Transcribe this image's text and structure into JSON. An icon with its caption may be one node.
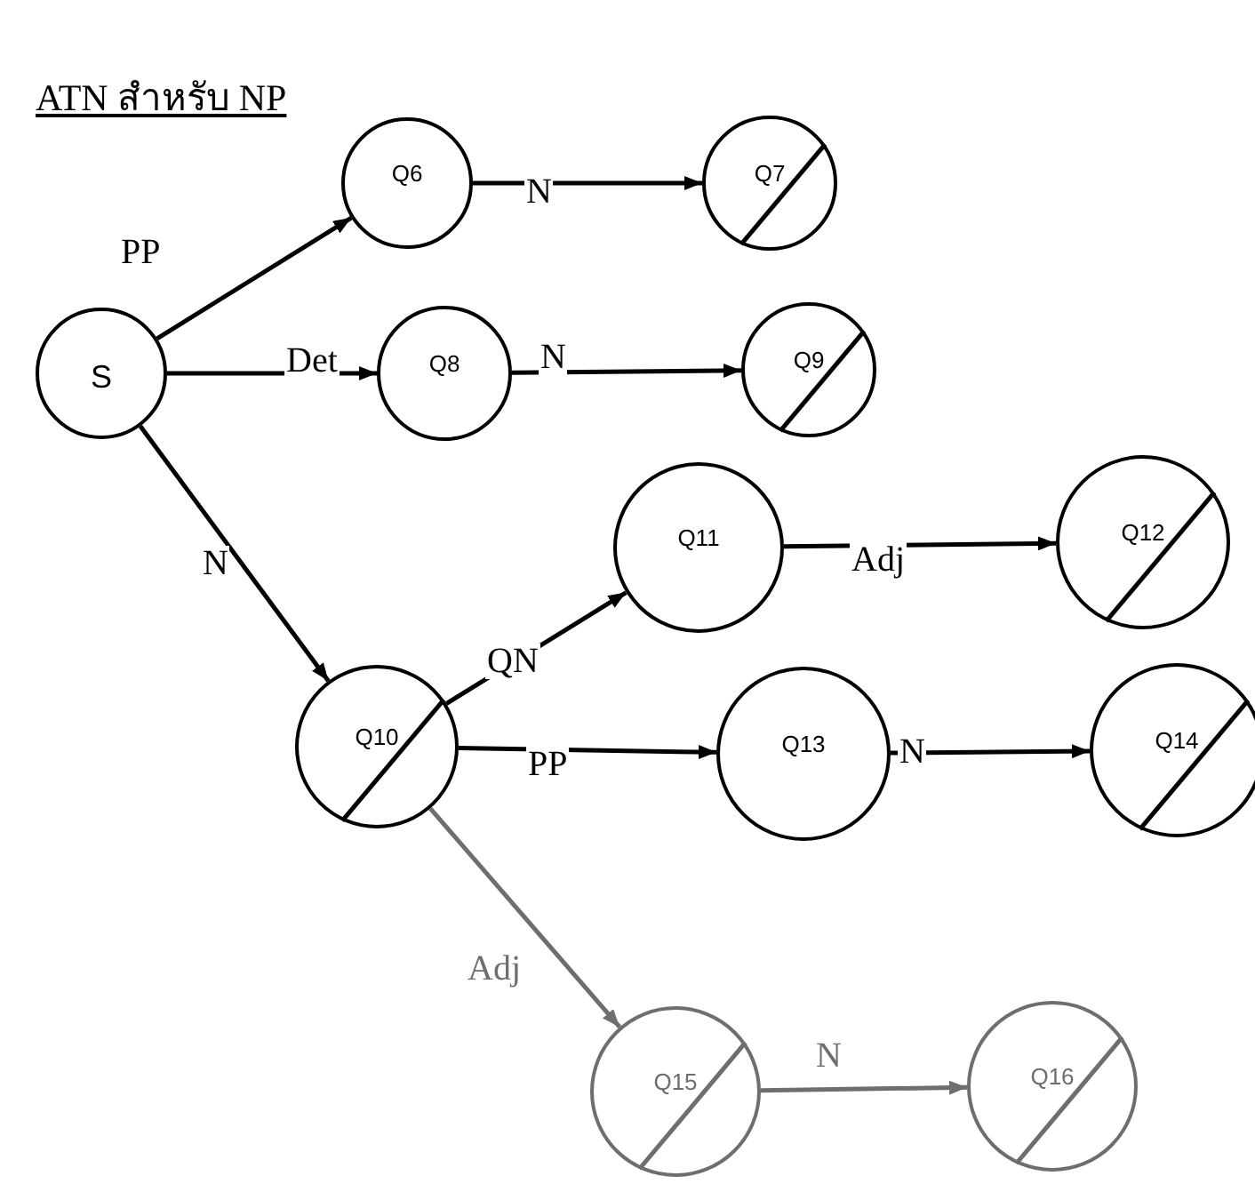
{
  "diagram": {
    "title": "ATN สำหรับ NP",
    "nodes": [
      {
        "text": [
          "S"
        ]
      },
      {
        "text": [
          "Q6"
        ]
      },
      {
        "text": [
          "Q7"
        ]
      },
      {
        "text": [
          "Q8"
        ]
      },
      {
        "text": [
          "Q9"
        ]
      },
      {
        "text": [
          "Q10"
        ]
      },
      {
        "text": [
          "Q11"
        ]
      },
      {
        "text": [
          "Q12"
        ]
      },
      {
        "text": [
          "Q13"
        ]
      },
      {
        "text": [
          "Q14"
        ]
      },
      {
        "text": [
          "Q15"
        ]
      },
      {
        "text": [
          "Q16"
        ]
      }
    ],
    "edges": [
      {
        "from": 0,
        "to": 1,
        "arrow": "to",
        "label": "PP"
      },
      {
        "from": 1,
        "to": 2,
        "arrow": "to",
        "label": "N"
      },
      {
        "from": 0,
        "to": 3,
        "arrow": "to",
        "label": "Det"
      },
      {
        "from": 3,
        "to": 4,
        "arrow": "to",
        "label": "N"
      },
      {
        "from": 0,
        "to": 5,
        "arrow": "to",
        "label": "N"
      },
      {
        "from": 5,
        "to": 6,
        "arrow": "to",
        "label": "QN"
      },
      {
        "from": 6,
        "to": 7,
        "arrow": "to",
        "label": "Adj"
      },
      {
        "from": 5,
        "to": 8,
        "arrow": "to",
        "label": "PP"
      },
      {
        "from": 8,
        "to": 9,
        "arrow": "to",
        "label": "N"
      },
      {
        "from": 5,
        "to": 10,
        "arrow": "to",
        "label": "Adj",
        "color": "#6e6e6e"
      },
      {
        "from": 10,
        "to": 11,
        "arrow": "to",
        "label": "N",
        "color": "#6e6e6e"
      }
    ]
  }
}
